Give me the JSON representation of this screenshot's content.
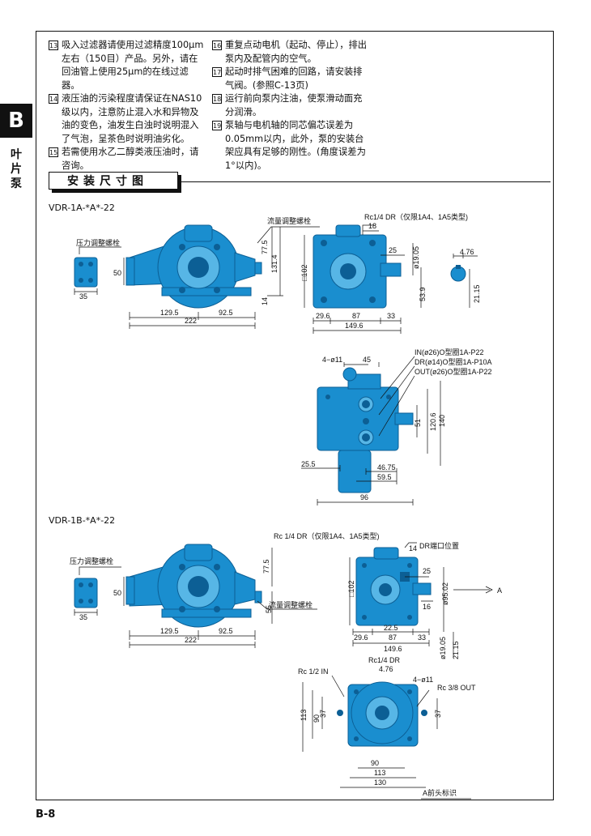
{
  "side_tab": {
    "letter": "B",
    "label": "叶片泵"
  },
  "notes": [
    {
      "num": "13",
      "text": "吸入过滤器请使用过滤精度100μm左右（150目）产品。另外，请在回油管上使用25μm的在线过滤器。"
    },
    {
      "num": "14",
      "text": "液压油的污染程度请保证在NAS10级以内，注意防止混入水和异物及油的变色，油发生白浊时说明混入了气泡，呈茶色时说明油劣化。"
    },
    {
      "num": "15",
      "text": "若需使用水乙二醇类液压油时，请咨询。"
    },
    {
      "num": "16",
      "text": "重复点动电机（起动、停止），排出泵内及配管内的空气。"
    },
    {
      "num": "17",
      "text": "起动时排气困难的回路，请安装排气阀。(参照C-13页)"
    },
    {
      "num": "18",
      "text": "运行前向泵内注油，使泵滑动面充分润滑。"
    },
    {
      "num": "19",
      "text": "泵轴与电机轴的同芯偏芯误差为0.05mm以内，此外，泵的安装台架应具有足够的刚性。(角度误差为1°以内)。"
    }
  ],
  "section_title": "安装尺寸图",
  "model_a": "VDR-1A-*A*-22",
  "model_b": "VDR-1B-*A*-22",
  "labels": {
    "flow_screw": "流量调整螺栓",
    "pressure_screw": "压力调整螺栓",
    "rc14_dr_a": "Rc1/4 DR（仅限1A4、1A5类型)",
    "rc14_dr_b": "Rc 1/4  DR（仅限1A4、1A5类型)",
    "dr_port": "DR端口位置",
    "in_oring": "IN(ø26)O型圈1A-P22",
    "dr_oring": "DR(ø14)O型圈1A-P10A",
    "out_oring": "OUT(ø26)O型圈1A-P22",
    "four_holes": "4−ø11",
    "rc12_in": "Rc 1/2  IN",
    "rc38_out": "Rc 3/8  OUT",
    "rc14_dr_c": "Rc1/4 DR",
    "arrow_view": "A前头标识",
    "a_mark": "A"
  },
  "dims": {
    "d35": "35",
    "d50": "50",
    "d129": "129.5",
    "d92": "92.5",
    "d222": "222",
    "d14": "14",
    "d77": "77.5",
    "d131": "131.4",
    "d102": "□102",
    "d18": "18",
    "d25": "25",
    "d1905": "ø19.05",
    "d539": "53.9",
    "d296": "29.6",
    "d87": "87",
    "d33": "33",
    "d1496": "149.6",
    "d476": "4.76",
    "d2115": "21.15",
    "d45": "45",
    "d51": "51",
    "d1206": "120.6",
    "d140": "140",
    "d255": "25.5",
    "d4675": "46.75",
    "d595": "59.5",
    "d96": "96",
    "d55": "55",
    "d9502": "ø95.02",
    "d16": "16",
    "d225": "22.5",
    "d113": "113",
    "d37": "37",
    "d90": "90",
    "d130": "130"
  },
  "page_number": "B-8",
  "colors": {
    "pump": "#1a8ecf",
    "pump_dark": "#0c5f95",
    "pump_light": "#57b6e6",
    "line": "#111111"
  }
}
